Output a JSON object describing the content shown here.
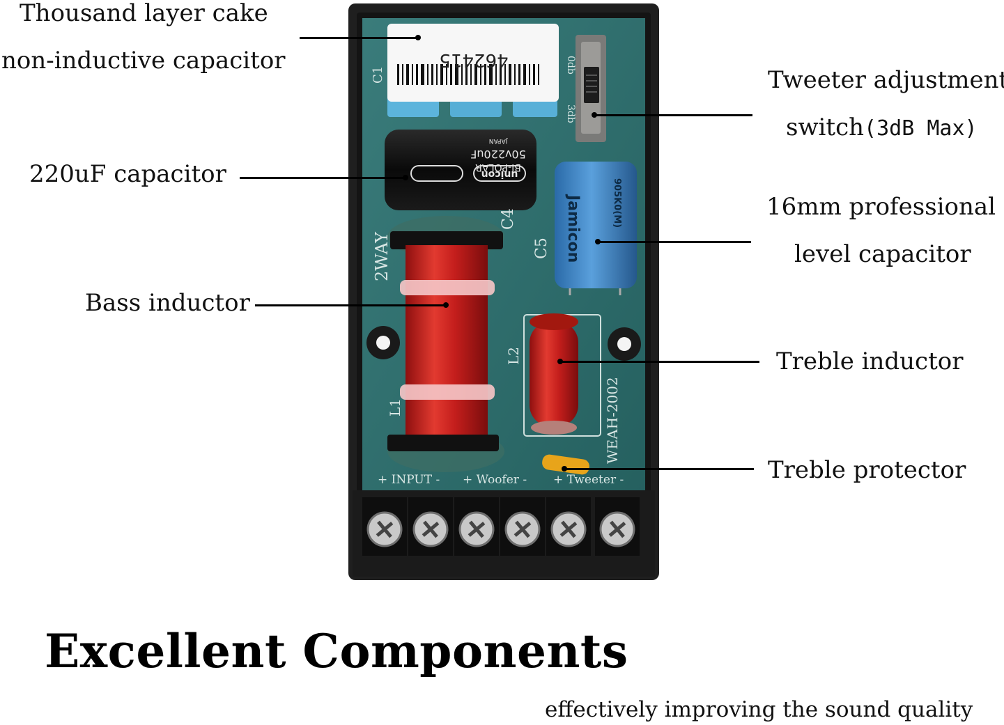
{
  "callouts": {
    "capacitor_top_line1": "Thousand layer cake",
    "capacitor_top_line2": "non-inductive capacitor",
    "switch_line1": "Tweeter adjustment",
    "switch_line2_text": "switch",
    "switch_line2_paren": "(3dB Max)",
    "cap_220": "220uF capacitor",
    "cap_16mm_line1": "16mm professional",
    "cap_16mm_line2": "level capacitor",
    "bass_inductor": "Bass inductor",
    "treble_inductor": "Treble inductor",
    "treble_protector": "Treble protector"
  },
  "board": {
    "sticker_number": "462415",
    "cap_c1": "C1",
    "cap_c4": "C4",
    "cap_c5": "C5",
    "label_l1": "L1",
    "label_l2": "L2",
    "label_2way": "2WAY",
    "model": "WEAH-2002",
    "switch_0db": "0db",
    "switch_3db": "3db",
    "elec_cap_line1": "50v220uF",
    "elec_cap_line2": "BI-POLAR",
    "elec_cap_brand": "unicon",
    "elec_cap_japan": "JAPAN",
    "blue_cap_brand": "Jamicon",
    "blue_cap_code": "905K0(M)",
    "terminal_input": "+ INPUT -",
    "terminal_woofer": "+ Woofer -",
    "terminal_tweeter": "+ Tweeter -"
  },
  "heading": "Excellent Components",
  "subheading": "effectively improving the sound quality",
  "colors": {
    "pcb": "#2f6b6a",
    "case": "#1c1c1c",
    "coil_red": "#c8201e",
    "blue_cap": "#3f86c4",
    "film_cap": "#5fb3d8",
    "protector": "#e8a41a"
  }
}
